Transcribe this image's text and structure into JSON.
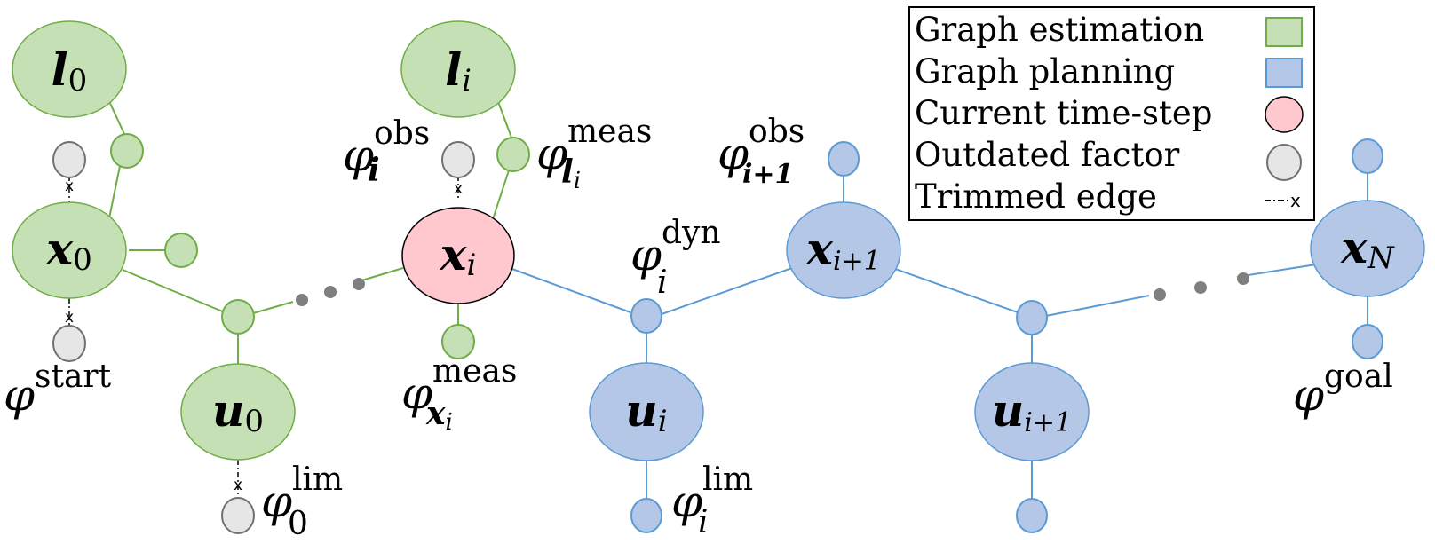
{
  "colors": {
    "estimation_fill": "#c5e0b4",
    "estimation_stroke": "#70ad47",
    "planning_fill": "#b4c7e7",
    "planning_stroke": "#5b9bd5",
    "current_fill": "#ffc7ce",
    "outdated_fill": "#e6e6e6",
    "outdated_stroke": "#707070",
    "ellipsis_dot": "#7f7f7f"
  },
  "legend": {
    "items": [
      {
        "label": "Graph estimation",
        "swatch": "green-square"
      },
      {
        "label": "Graph planning",
        "swatch": "blue-square"
      },
      {
        "label": "Current time-step",
        "swatch": "red-circle"
      },
      {
        "label": "Outdated factor",
        "swatch": "gray-circle"
      },
      {
        "label": "Trimmed edge",
        "swatch": "dash-dot-x"
      }
    ]
  },
  "nodes": {
    "l0": {
      "base": "l",
      "sub": "0"
    },
    "li": {
      "base": "l",
      "sub": "i"
    },
    "x0": {
      "base": "x",
      "sub": "0"
    },
    "xi": {
      "base": "x",
      "sub": "i"
    },
    "xi1": {
      "base": "x",
      "sub": "i+1"
    },
    "xN": {
      "base": "x",
      "sub": "N"
    },
    "u0": {
      "base": "u",
      "sub": "0"
    },
    "ui": {
      "base": "u",
      "sub": "i"
    },
    "ui1": {
      "base": "u",
      "sub": "i+1"
    }
  },
  "factor_labels": {
    "phi": "φ",
    "start": {
      "sup": "start"
    },
    "lim0": {
      "sup": "lim",
      "sub": "0"
    },
    "obs_i": {
      "sup": "obs",
      "sub": "i"
    },
    "meas_li": {
      "sup": "meas",
      "sub": "l",
      "subsub": "i"
    },
    "meas_xi": {
      "sup": "meas",
      "sub": "x",
      "subsub": "i"
    },
    "dyn_i": {
      "sup": "dyn",
      "sub": "i"
    },
    "lim_i": {
      "sup": "lim",
      "sub": "i"
    },
    "obs_i1": {
      "sup": "obs",
      "sub": "i+1"
    },
    "goal": {
      "sup": "goal"
    }
  },
  "trim_mark": "x"
}
